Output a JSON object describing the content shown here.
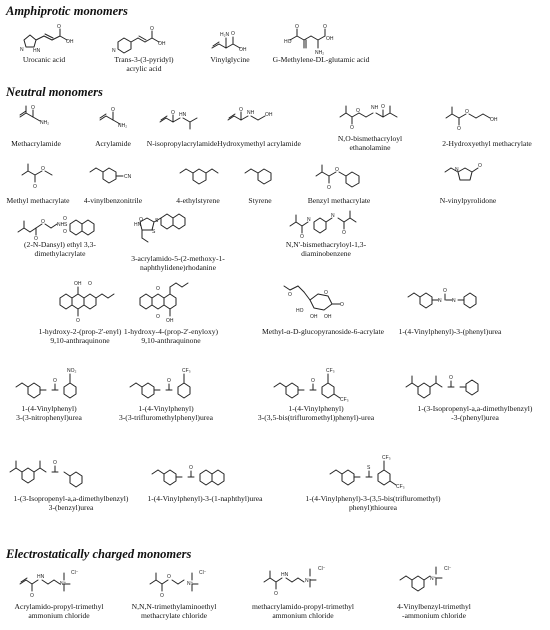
{
  "sections": [
    {
      "id": "amphiprotic",
      "title": "Amphiprotic monomers"
    },
    {
      "id": "neutral",
      "title": "Neutral monomers"
    },
    {
      "id": "charged",
      "title": "Electrostatically charged monomers"
    }
  ],
  "labels": {
    "urocanic_acid": "Urocanic acid",
    "trans_pyridyl_acrylic": "Trans-3-(3-pyridyl)\nacrylic acid",
    "vinylglycine": "Vinylglycine",
    "methylene_glutamic": "G-Methylene-DL-glutamic acid",
    "methacrylamide": "Methacrylamide",
    "acrylamide": "Acrylamide",
    "n_isopropylacrylamide": "N-isopropylacrylamide",
    "hydroxymethyl_acrylamide": "Hydroxymethyl acrylamide",
    "no_bismethacryloyl": "N,O-bismethacryloyl\nethanolamine",
    "hydroxyethyl_methacrylate": "2-Hydroxyethyl methacrylate",
    "methyl_methacrylate": "Methyl methacrylate",
    "vinylbenzonitrile": "4-vinylbenzonitrile",
    "ethylstyrene": "4-ethylstyrene",
    "styrene": "Styrene",
    "benzyl_methacrylate": "Benzyl methacrylate",
    "vinylpyrolidone": "N-vinylpyrolidone",
    "dansyl_ethyl": "(2-N-Dansyl) ethyl 3,3-\ndimethylacrylate",
    "acrylamido_rhodanine": "3-acrylamido-5-(2-methoxy-1-\nnaphthylidene)rhodanine",
    "bismethacryloyl_diaminobenzene": "N,N'-bismethacryloyl-1,3-\ndiaminobenzene",
    "hydroxy_propenyl_anthraquinone": "1-hydroxy-2-(prop-2'-enyl)\n9,10-anthraquinone",
    "hydroxy_propenyloxy_anthraquinone": "1-hydroxy-4-(prop-2'-enyloxy)\n9,10-anthraquinone",
    "glucopyranoside_acrylate": "Methyl-α-D-glucopyranoside-6-acrylate",
    "vinylphenyl_phenyl_urea": "1-(4-Vinylphenyl)-3-(phenyl)urea",
    "vinylphenyl_nitrophenyl_urea": "1-(4-Vinylphenyl)\n3-(3-nitrophenyl)urea",
    "vinylphenyl_trifluoromethylphenyl_urea": "1-(4-Vinylphenyl)\n3-(3-trifluromethylphenyl)urea",
    "vinylphenyl_bis_trifluoromethylphenyl_urea": "1-(4-Vinylphenyl)\n3-(3,5-bis(trifluromethyl)phenyl)-urea",
    "isopropenyl_phenyl_urea": "1-(3-Isopropenyl-a,a-dimethylbenzyl)\n-3-(phenyl)urea",
    "isopropenyl_benzyl_urea": "1-(3-Isopropenyl-a,a-dimethylbenzyl)\n3-(benzyl)urea",
    "vinylphenyl_naphthyl_urea": "1-(4-Vinylphenyl)-3-(1-naphthyl)urea",
    "vinylphenyl_thiourea": "1-(4-Vinylphenyl)-3-(3,5-bis(trifluromethyl)\nphenyl)thiourea",
    "acrylamidopropyl_trimethyl": "Acrylamido-propyl-trimethyl\nammonium chloride",
    "trimethylaminoethyl_methacrylate": "N,N,N-trimethylaminoethyl\nmethacrylate chloride",
    "methacrylamidopropyl_trimethyl": "methacrylamido-propyl-trimethyl\nammonium chloride",
    "vinylbenzyl_trimethyl": "4-Vinylbenzyl-trimethyl\n-ammonium chloride"
  },
  "atoms": {
    "o": "O",
    "oh": "OH",
    "nh2": "NH₂",
    "h2n": "H₂N",
    "n": "N",
    "nh": "NH",
    "hn": "HN",
    "h": "H",
    "s": "S",
    "cn": "CN",
    "cf3": "CF₃",
    "no2": "NO₂",
    "cl": "Cl⁻",
    "nplus": "N⁺",
    "ome": "O"
  }
}
